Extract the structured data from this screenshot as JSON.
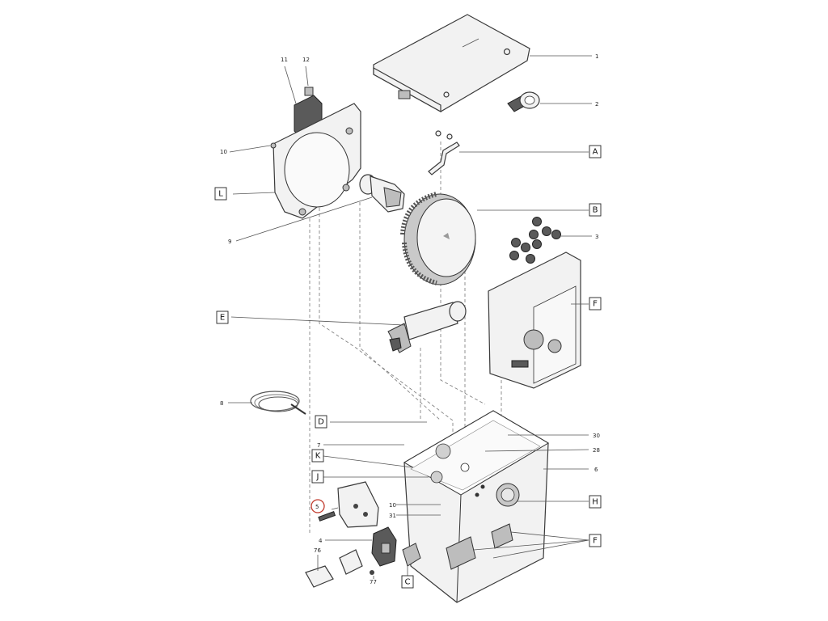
{
  "callouts": {
    "n1": "1",
    "n2": "2",
    "n3": "3",
    "n4": "4",
    "n5": "5",
    "n6": "6",
    "n7": "7",
    "n8": "8",
    "n9": "9",
    "n10a": "10",
    "n10b": "10",
    "n11": "11",
    "n12": "12",
    "n28": "28",
    "n30": "30",
    "n31": "31",
    "n76": "76",
    "n77": "77",
    "lA": "A",
    "lB": "B",
    "lC": "C",
    "lD": "D",
    "lE": "E",
    "lF1": "F",
    "lF2": "F",
    "lH": "H",
    "lJ": "J",
    "lK": "K",
    "lL": "L"
  },
  "highlight": {
    "callout": "5",
    "color": "#c0392b"
  }
}
